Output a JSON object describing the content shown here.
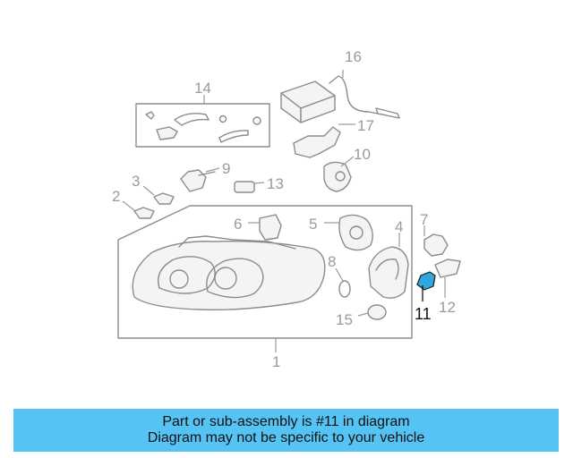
{
  "diagram": {
    "callouts": {
      "c1": "1",
      "c2": "2",
      "c3": "3",
      "c4": "4",
      "c5": "5",
      "c6": "6",
      "c7": "7",
      "c8": "8",
      "c9": "9",
      "c10": "10",
      "c11": "11",
      "c12": "12",
      "c13": "13",
      "c14": "14",
      "c15": "15",
      "c16": "16",
      "c17": "17"
    },
    "highlighted_part": "11",
    "highlight_color": "#2fa8e0",
    "line_color": "#8c8c8c"
  },
  "banner": {
    "line1": "Part or sub-assembly is #11 in diagram",
    "line2": "Diagram may not be specific to your vehicle",
    "background": "#55c3f3"
  }
}
